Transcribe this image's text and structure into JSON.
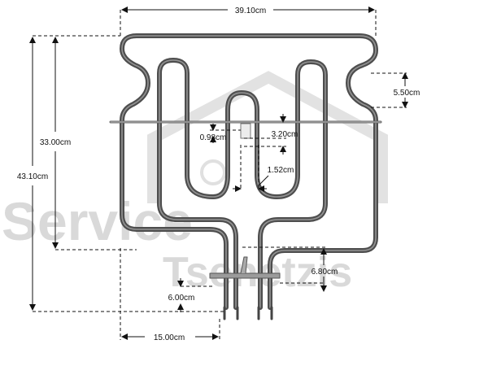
{
  "watermark": {
    "line1": "Service",
    "line2": "Tsenetzis",
    "color": "#d7d7d7"
  },
  "colors": {
    "element": "#555555",
    "element_highlight": "#9a9a9a",
    "dimension": "#111111"
  },
  "dimensions": {
    "overall_width": "39.10cm",
    "overall_height": "43.10cm",
    "inner_height": "33.00cm",
    "top_step": "5.50cm",
    "right_gap": "3.20cm",
    "small_gap": "0.98cm",
    "loop_spacing": "1.52cm",
    "terminal_height": "6.80cm",
    "terminal_length": "6.00cm",
    "bottom_offset": "15.00cm"
  }
}
